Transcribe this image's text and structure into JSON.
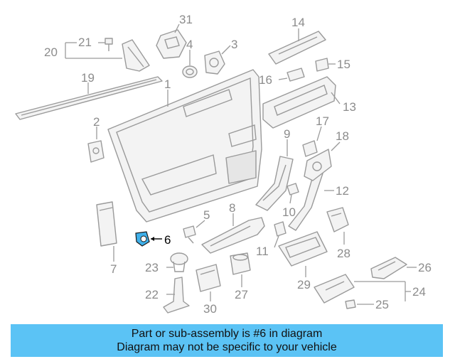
{
  "diagram": {
    "callouts": [
      "1",
      "2",
      "3",
      "4",
      "5",
      "6",
      "7",
      "8",
      "9",
      "10",
      "11",
      "12",
      "13",
      "14",
      "15",
      "16",
      "17",
      "18",
      "19",
      "20",
      "21",
      "22",
      "23",
      "24",
      "25",
      "26",
      "27",
      "28",
      "29",
      "30",
      "31"
    ],
    "highlighted_part": "6",
    "colors": {
      "highlight": "#3fb0ea",
      "line": "#9a9a9a",
      "banner": "#5bc3f5"
    }
  },
  "footer": {
    "line1": "Part or sub-assembly is #6 in diagram",
    "line2": "Diagram may not be specific to your vehicle"
  }
}
